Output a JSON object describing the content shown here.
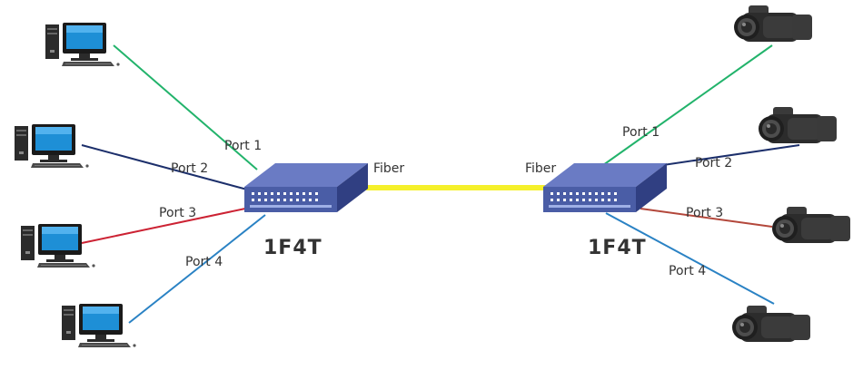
{
  "left_switch": {
    "model": "1F4T",
    "fiber_label": "Fiber"
  },
  "right_switch": {
    "model": "1F4T",
    "fiber_label": "Fiber"
  },
  "left_ports": [
    {
      "label": "Port 1",
      "device": "computer-icon",
      "color": "#22b36b"
    },
    {
      "label": "Port 2",
      "device": "computer-icon",
      "color": "#1c2f6b"
    },
    {
      "label": "Port 3",
      "device": "computer-icon",
      "color": "#cc2233"
    },
    {
      "label": "Port 4",
      "device": "computer-icon",
      "color": "#2a82c4"
    }
  ],
  "right_ports": [
    {
      "label": "Port 1",
      "device": "camcorder-icon",
      "color": "#22b36b"
    },
    {
      "label": "Port 2",
      "device": "camcorder-icon",
      "color": "#1c2f6b"
    },
    {
      "label": "Port 3",
      "device": "camcorder-icon",
      "color": "#b3473b"
    },
    {
      "label": "Port 4",
      "device": "camcorder-icon",
      "color": "#2a82c4"
    }
  ],
  "fiber_color": "#f5f02a",
  "switch_color": "#4a5da6"
}
